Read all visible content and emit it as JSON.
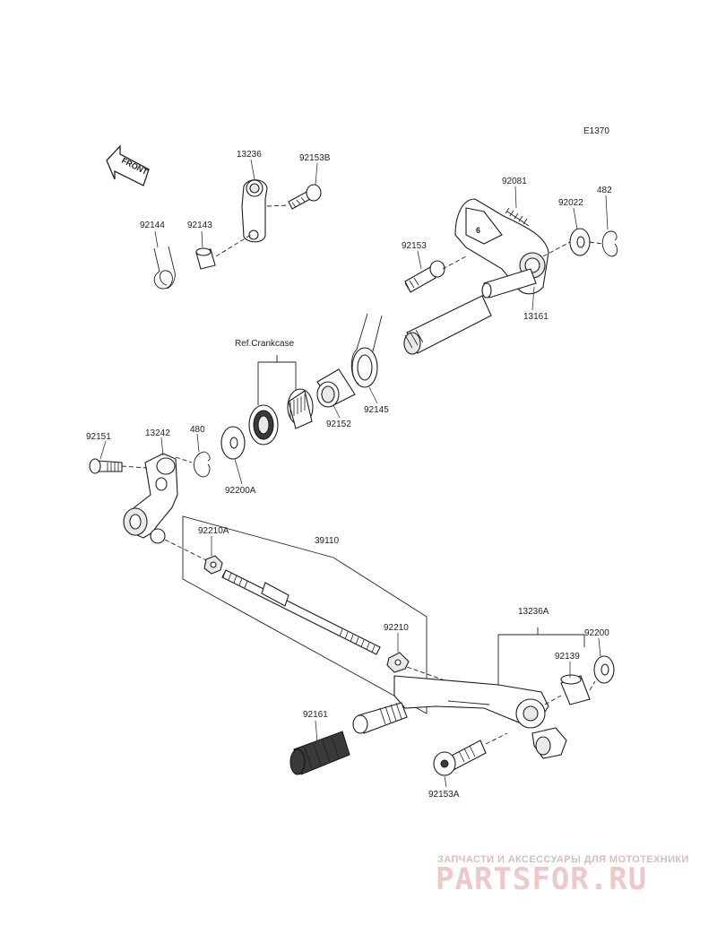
{
  "diagram": {
    "id": "E1370",
    "front_arrow": "FRONT",
    "ref_note": "Ref.Crankcase",
    "parts": [
      {
        "key": "p13236",
        "number": "13236"
      },
      {
        "key": "p92153B",
        "number": "92153B"
      },
      {
        "key": "p92144",
        "number": "92144"
      },
      {
        "key": "p92143",
        "number": "92143"
      },
      {
        "key": "p92081",
        "number": "92081"
      },
      {
        "key": "p92022",
        "number": "92022"
      },
      {
        "key": "p482",
        "number": "482"
      },
      {
        "key": "p92153",
        "number": "92153"
      },
      {
        "key": "p13161",
        "number": "13161"
      },
      {
        "key": "p92152",
        "number": "92152"
      },
      {
        "key": "p92145",
        "number": "92145"
      },
      {
        "key": "p92151",
        "number": "92151"
      },
      {
        "key": "p13242",
        "number": "13242"
      },
      {
        "key": "p480",
        "number": "480"
      },
      {
        "key": "p92200A",
        "number": "92200A"
      },
      {
        "key": "p92210A",
        "number": "92210A"
      },
      {
        "key": "p39110",
        "number": "39110"
      },
      {
        "key": "p92210",
        "number": "92210"
      },
      {
        "key": "p13236A",
        "number": "13236A"
      },
      {
        "key": "p92200",
        "number": "92200"
      },
      {
        "key": "p92139",
        "number": "92139"
      },
      {
        "key": "p92161",
        "number": "92161"
      },
      {
        "key": "p92153A",
        "number": "92153A"
      }
    ]
  },
  "watermark": {
    "line1": "ЗАПЧАСТИ И АКСЕССУАРЫ ДЛЯ МОТОТЕХНИКИ",
    "line2": "PARTSFOR.RU"
  }
}
